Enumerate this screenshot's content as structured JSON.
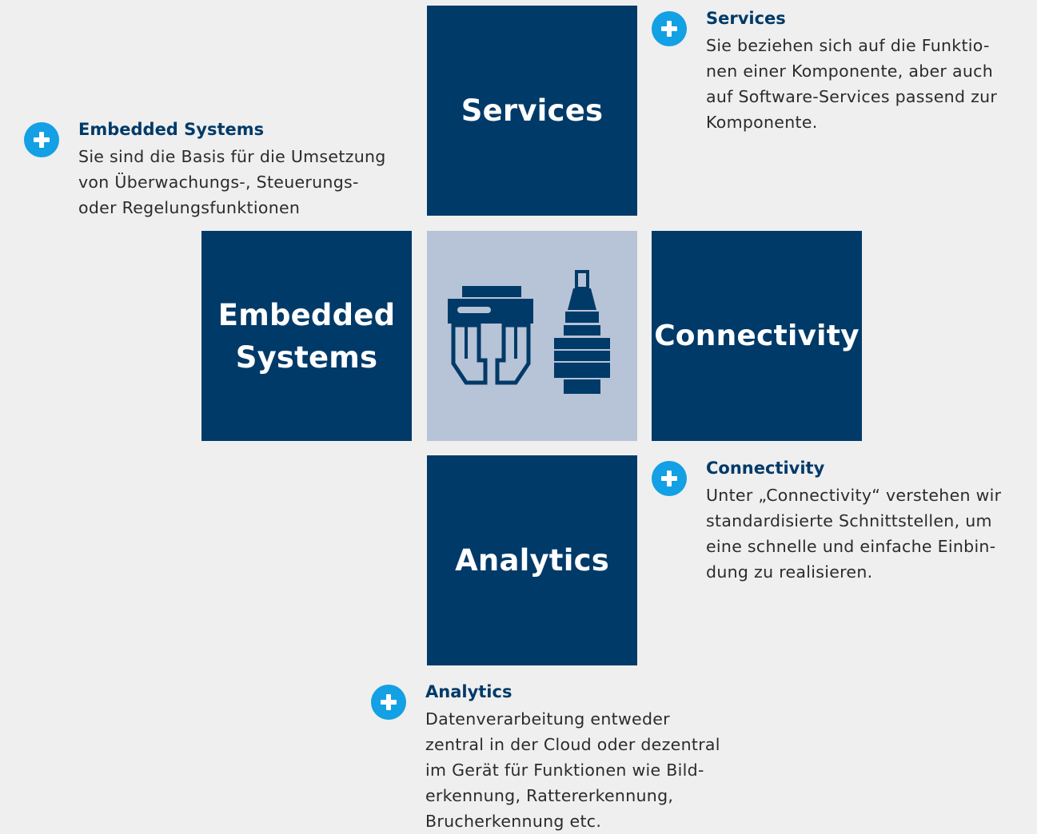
{
  "tiles": {
    "services": "Services",
    "embedded_line1": "Embedded",
    "embedded_line2": "Systems",
    "connectivity": "Connectivity",
    "analytics": "Analytics"
  },
  "info": {
    "services": {
      "title": "Services",
      "lines": [
        "Sie beziehen sich auf die Funktio-",
        "nen einer Komponente, aber auch",
        "auf Software-Services passend zur",
        "Komponente."
      ]
    },
    "embedded": {
      "title": "Embedded Systems",
      "lines": [
        "Sie sind die Basis für die Umsetzung",
        "von Überwachungs-, Steuerungs-",
        "oder Regelungsfunktionen"
      ]
    },
    "connectivity": {
      "title": "Connectivity",
      "lines": [
        "Unter „Connectivity“ verstehen wir",
        "standardisierte Schnittstellen, um",
        "eine schnelle und einfache Einbin-",
        "dung zu realisieren."
      ]
    },
    "analytics": {
      "title": "Analytics",
      "lines": [
        "Datenverarbeitung entweder",
        "zentral in der Cloud oder dezentral",
        "im Gerät für Funktionen wie Bild-",
        "erkennung, Rattererkennung,",
        "Brucherkennung etc."
      ]
    }
  },
  "icons": {
    "plus": "plus-icon",
    "gripper": "gripper-icon",
    "tool_holder": "tool-holder-icon"
  },
  "colors": {
    "tile": "#003a68",
    "center_tile": "#b7c3d6",
    "accent": "#13a0e4",
    "title_text": "#003a68",
    "background": "#efefef"
  }
}
